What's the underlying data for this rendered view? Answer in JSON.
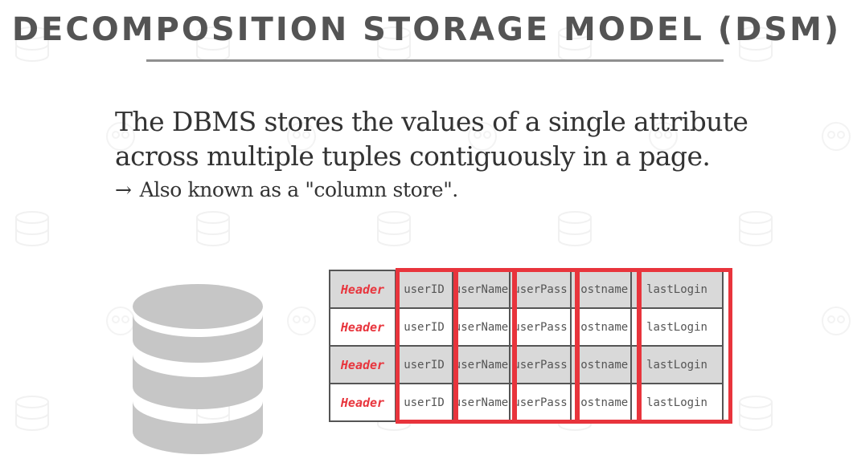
{
  "slide": {
    "title": "DECOMPOSITION STORAGE MODEL (DSM)",
    "lines": [
      "The DBMS stores the values of a single attribute",
      "across multiple tuples contiguously in a page."
    ],
    "bullet": {
      "arrow": "→",
      "text": "Also known as a \"column store\"."
    }
  },
  "table": {
    "header_label": "Header",
    "columns": [
      "userID",
      "userName",
      "userPass",
      "hostname",
      "lastLogin"
    ],
    "row_count": 4,
    "row_shading": [
      "shaded",
      "plain",
      "shaded",
      "plain"
    ]
  },
  "icons": {
    "database": "database-icon",
    "background": "database-pattern"
  },
  "colors": {
    "title": "#545454",
    "accent_red": "#e8343c",
    "table_border": "#555555",
    "row_shaded": "#d9d9d9",
    "cylinder": "#c6c6c6"
  }
}
